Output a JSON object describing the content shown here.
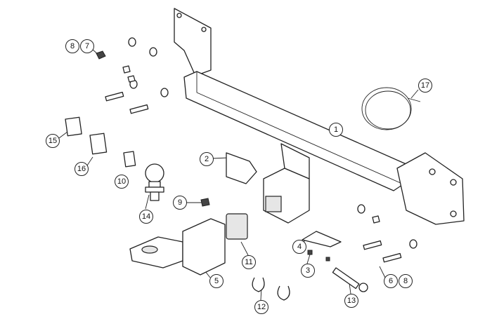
{
  "diagram": {
    "type": "exploded-parts-diagram",
    "callouts": [
      {
        "id": "c8a",
        "label": "8"
      },
      {
        "id": "c7",
        "label": "7"
      },
      {
        "id": "c17",
        "label": "17"
      },
      {
        "id": "c1",
        "label": "1"
      },
      {
        "id": "c15",
        "label": "15"
      },
      {
        "id": "c16",
        "label": "16"
      },
      {
        "id": "c10",
        "label": "10"
      },
      {
        "id": "c2",
        "label": "2"
      },
      {
        "id": "c9",
        "label": "9"
      },
      {
        "id": "c14",
        "label": "14"
      },
      {
        "id": "c11",
        "label": "11"
      },
      {
        "id": "c4",
        "label": "4"
      },
      {
        "id": "c3",
        "label": "3"
      },
      {
        "id": "c5",
        "label": "5"
      },
      {
        "id": "c6",
        "label": "6"
      },
      {
        "id": "c8b",
        "label": "8"
      },
      {
        "id": "c12",
        "label": "12"
      },
      {
        "id": "c13",
        "label": "13"
      }
    ]
  }
}
